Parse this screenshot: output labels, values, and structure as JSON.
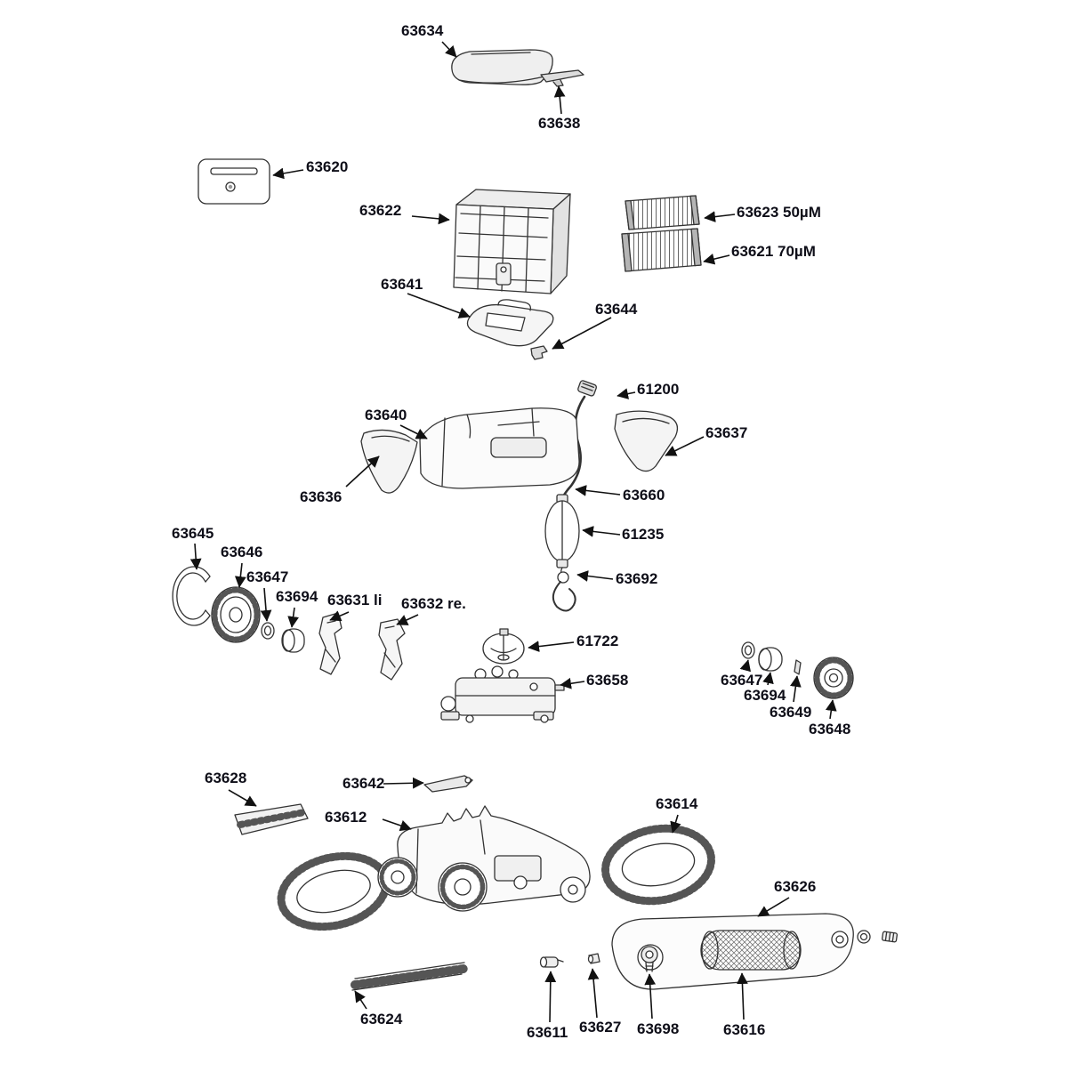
{
  "diagram": {
    "type": "exploded-parts-diagram",
    "ink_color": "#2b2b2b",
    "label_color": "#0e0e18",
    "labels": [
      {
        "text": "63634"
      },
      {
        "text": "63638"
      },
      {
        "text": "63620"
      },
      {
        "text": "63622"
      },
      {
        "text": "63623 50µM"
      },
      {
        "text": "63621 70µM"
      },
      {
        "text": "63641"
      },
      {
        "text": "63644"
      },
      {
        "text": "61200"
      },
      {
        "text": "63640"
      },
      {
        "text": "63637"
      },
      {
        "text": "63636"
      },
      {
        "text": "63660"
      },
      {
        "text": "61235"
      },
      {
        "text": "63692"
      },
      {
        "text": "63645"
      },
      {
        "text": "63646"
      },
      {
        "text": "63647"
      },
      {
        "text": "63694"
      },
      {
        "text": "63631 li"
      },
      {
        "text": "63632 re."
      },
      {
        "text": "61722"
      },
      {
        "text": "63658"
      },
      {
        "text": "63647"
      },
      {
        "text": "63694"
      },
      {
        "text": "63649"
      },
      {
        "text": "63648"
      },
      {
        "text": "63628"
      },
      {
        "text": "63642"
      },
      {
        "text": "63612"
      },
      {
        "text": "63614"
      },
      {
        "text": "63626"
      },
      {
        "text": "63624"
      },
      {
        "text": "63611"
      },
      {
        "text": "63627"
      },
      {
        "text": "63698"
      },
      {
        "text": "63616"
      }
    ]
  }
}
